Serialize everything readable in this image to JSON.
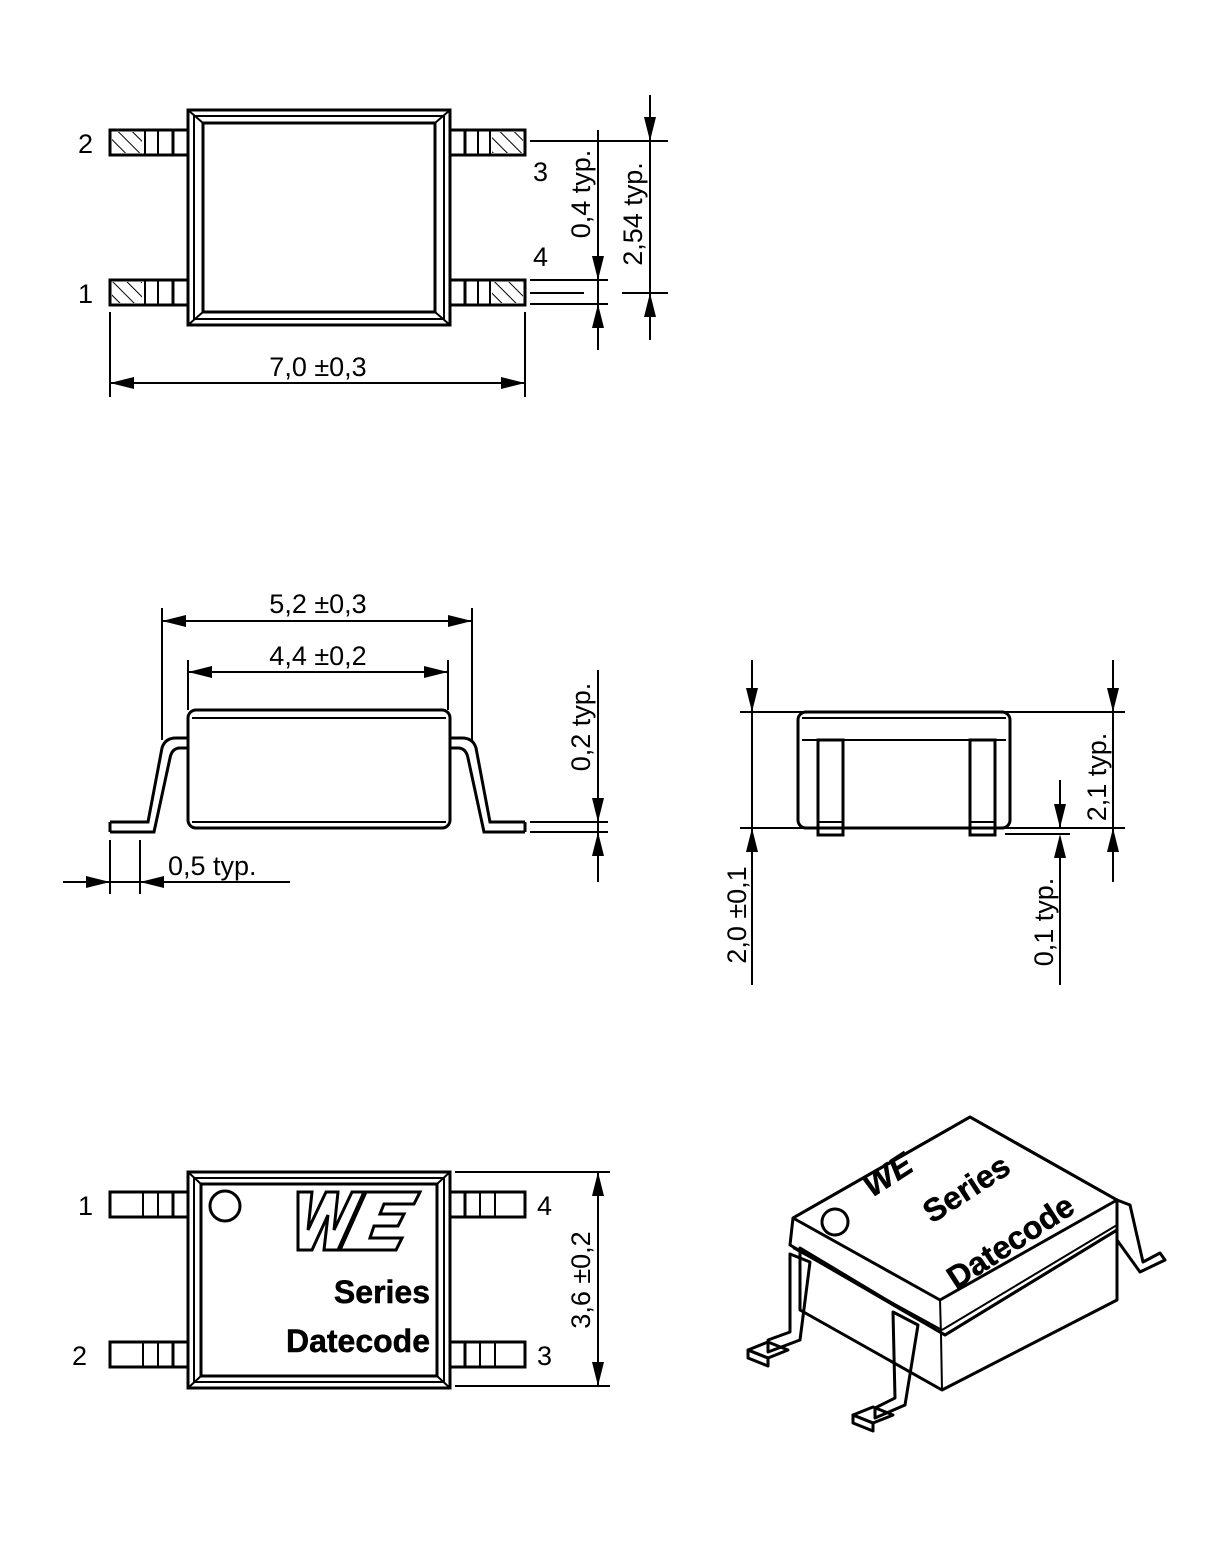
{
  "top_view": {
    "pins": {
      "p1": "1",
      "p2": "2",
      "p3": "3",
      "p4": "4"
    },
    "dim_width": "7,0  ±0,3",
    "dim_pin_width": "0,4  typ.",
    "dim_pitch": "2,54  typ."
  },
  "side_view_front": {
    "dim_lead_span": "5,2  ±0,3",
    "dim_body": "4,4  ±0,2",
    "dim_lead_thickness": "0,2  typ.",
    "dim_foot": "0,5  typ."
  },
  "side_view_end": {
    "dim_height": "2,0  ±0,1",
    "dim_body_height": "2,1  typ.",
    "dim_standoff": "0,1  typ."
  },
  "bottom_view": {
    "pins": {
      "p1": "1",
      "p2": "2",
      "p3": "3",
      "p4": "4"
    },
    "logo": "WE",
    "marking_series": "Series",
    "marking_datecode": "Datecode",
    "dim_width": "3,6  ±0,2"
  },
  "iso_view": {
    "logo": "WE",
    "marking_series": "Series",
    "marking_datecode": "Datecode"
  }
}
